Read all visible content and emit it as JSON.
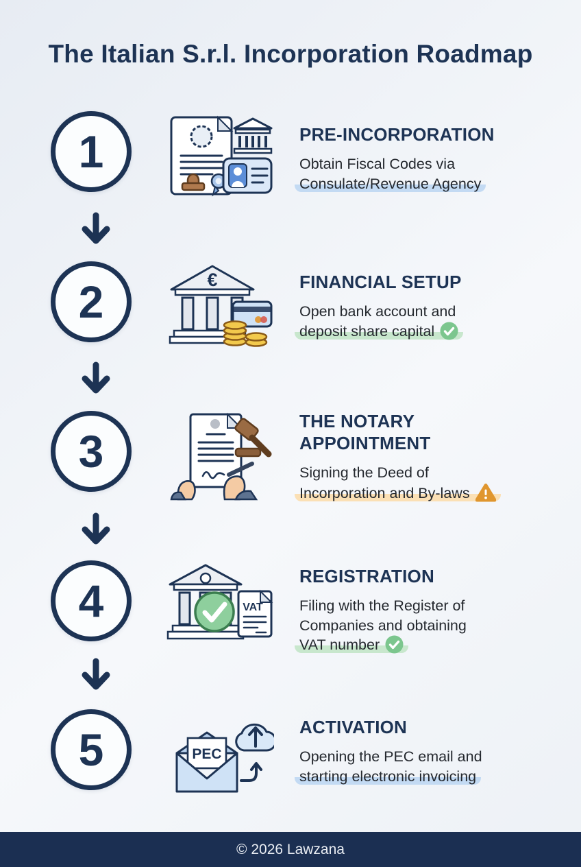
{
  "title": "The Italian S.r.l. Incorporation Roadmap",
  "footer": {
    "copyright": "© 2026 Lawzana"
  },
  "colors": {
    "navy": "#1d3354",
    "background_light": "#eef1f6",
    "highlight_blue": "#c3daf3",
    "highlight_green": "#c8e7cd",
    "highlight_orange": "#fbe0b5",
    "status_check_green": "#7cc68e",
    "status_warning_orange": "#e0962e",
    "footer_navy": "#1b2f52"
  },
  "steps": [
    {
      "number": "1",
      "heading_lines": [
        "PRE-INCORPORATION"
      ],
      "body_lines": [
        "Obtain Fiscal Codes via",
        "Consulate/Revenue Agency"
      ],
      "highlight": "blue",
      "icon": "certificate-stamp-bank-id-icon",
      "status": "none"
    },
    {
      "number": "2",
      "heading_lines": [
        "FINANCIAL SETUP"
      ],
      "body_lines": [
        "Open bank account and",
        "deposit share capital"
      ],
      "highlight": "green",
      "icon": "bank-euro-coins-card-icon",
      "icon_text": "€",
      "status": "check"
    },
    {
      "number": "3",
      "heading_lines": [
        "THE NOTARY",
        "APPOINTMENT"
      ],
      "body_lines": [
        "Signing the Deed of",
        "Incorporation and By-laws"
      ],
      "highlight": "orange",
      "icon": "deed-signing-gavel-icon",
      "status": "warning"
    },
    {
      "number": "4",
      "heading_lines": [
        "REGISTRATION"
      ],
      "body_lines": [
        "Filing with the Register of",
        "Companies and obtaining",
        "VAT number"
      ],
      "highlight": "green",
      "icon": "registry-check-vat-icon",
      "icon_text": "VAT",
      "status": "check"
    },
    {
      "number": "5",
      "heading_lines": [
        "ACTIVATION"
      ],
      "body_lines": [
        "Opening the PEC email and",
        "starting electronic invoicing"
      ],
      "highlight": "blue",
      "icon": "pec-envelope-cloud-upload-icon",
      "icon_text": "PEC",
      "status": "none"
    }
  ]
}
